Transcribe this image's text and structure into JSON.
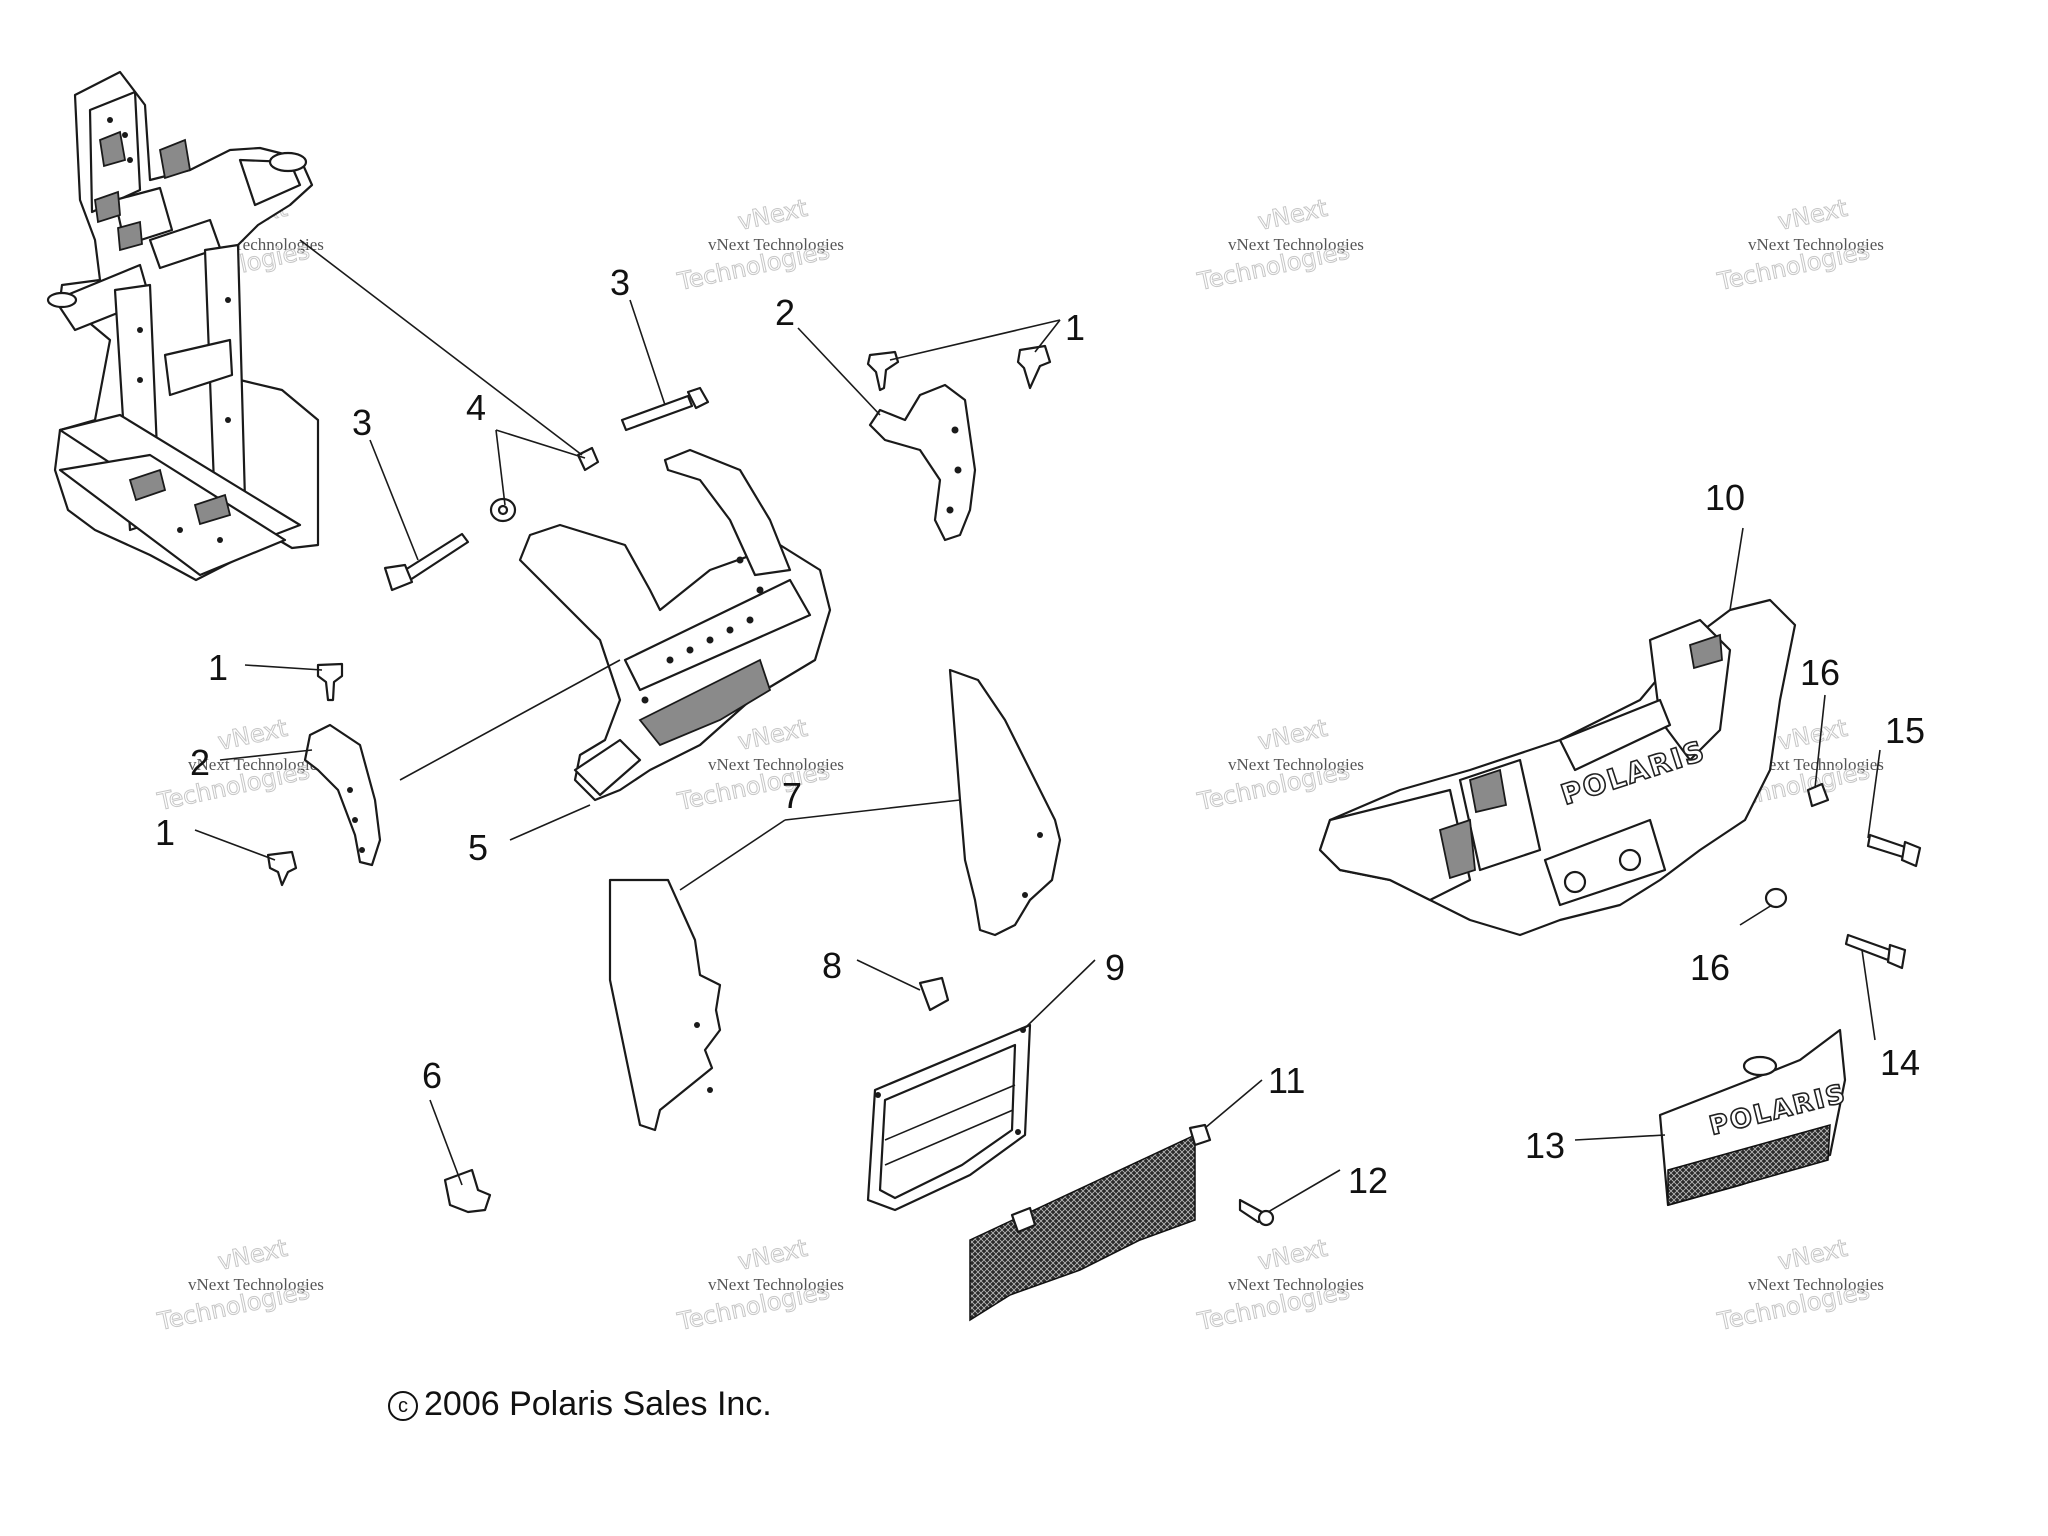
{
  "callouts": [
    {
      "id": "c1a",
      "text": "1"
    },
    {
      "id": "c1b",
      "text": "1"
    },
    {
      "id": "c1c",
      "text": "1"
    },
    {
      "id": "c2a",
      "text": "2"
    },
    {
      "id": "c2b",
      "text": "2"
    },
    {
      "id": "c3a",
      "text": "3"
    },
    {
      "id": "c3b",
      "text": "3"
    },
    {
      "id": "c4",
      "text": "4"
    },
    {
      "id": "c5",
      "text": "5"
    },
    {
      "id": "c6",
      "text": "6"
    },
    {
      "id": "c7",
      "text": "7"
    },
    {
      "id": "c8",
      "text": "8"
    },
    {
      "id": "c9",
      "text": "9"
    },
    {
      "id": "c10",
      "text": "10"
    },
    {
      "id": "c11",
      "text": "11"
    },
    {
      "id": "c12",
      "text": "12"
    },
    {
      "id": "c13",
      "text": "13"
    },
    {
      "id": "c14",
      "text": "14"
    },
    {
      "id": "c15",
      "text": "15"
    },
    {
      "id": "c16a",
      "text": "16"
    },
    {
      "id": "c16b",
      "text": "16"
    }
  ],
  "watermark": {
    "line1": "vNext",
    "line2": "vNext Technologies",
    "line3": "Technologies"
  },
  "logo_text": "POLARIS",
  "copyright": {
    "symbol": "c",
    "text": "2006 Polaris Sales Inc."
  }
}
